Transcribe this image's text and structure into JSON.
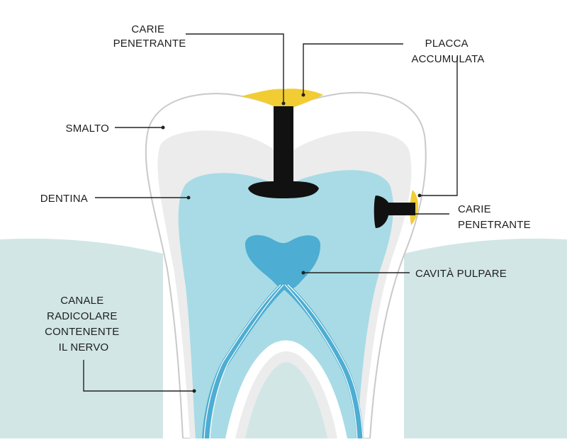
{
  "colors": {
    "gum": "#d2e6e6",
    "enamel": "#ffffff",
    "enamel_outline": "#c9c9c9",
    "enamel_band": "#ececec",
    "dentin": "#a8dbe5",
    "pulp": "#4dadd2",
    "nerve": "#ffffff",
    "plaque": "#f2cc33",
    "caries": "#111111",
    "leader": "#222222"
  },
  "labels": {
    "carie_top": [
      "CARIE",
      "PENETRANTE"
    ],
    "placca": [
      "PLACCA",
      "ACCUMULATA"
    ],
    "smalto": [
      "SMALTO"
    ],
    "dentina": [
      "DENTINA"
    ],
    "carie_side": [
      "CARIE",
      "PENETRANTE"
    ],
    "cavita": [
      "CAVITÀ PULPARE"
    ],
    "canale": [
      "CANALE",
      "RADICOLARE",
      "CONTENENTE",
      "IL NERVO"
    ]
  }
}
